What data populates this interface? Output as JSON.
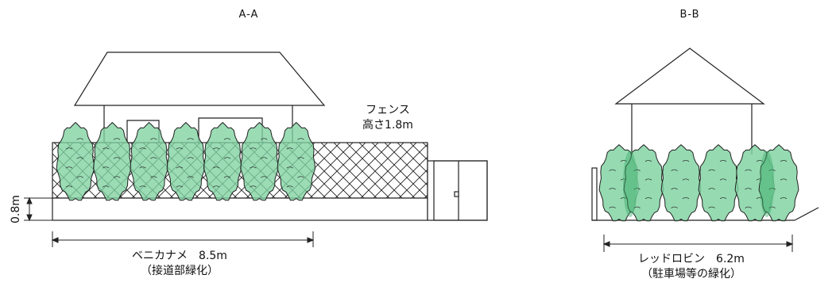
{
  "section_a": {
    "title": "A-A",
    "fence_label_line1": "フェンス",
    "fence_label_line2": "高さ1.8m",
    "height_dim": "0.8m",
    "plant_label_line1": "ベニカナメ　8.5m",
    "plant_label_line2": "（接道部緑化）",
    "plant_count": 7
  },
  "section_b": {
    "title": "B-B",
    "plant_label_line1": "レッドロビン　6.2m",
    "plant_label_line2": "（駐車場等の緑化）",
    "plant_count": 6
  },
  "colors": {
    "plant_fill": "#7fd2a0",
    "plant_fill_dark": "#3fae6c",
    "line": "#222222"
  }
}
